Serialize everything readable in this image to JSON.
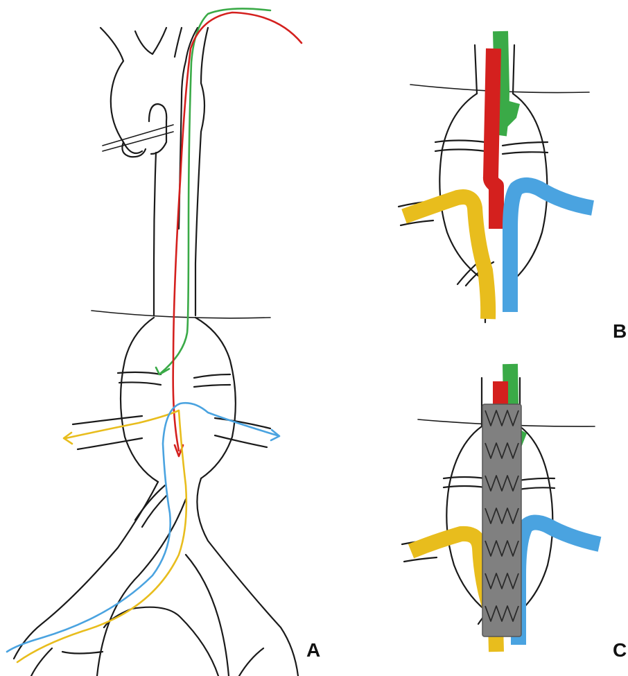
{
  "panels": {
    "a": {
      "label": "A"
    },
    "b": {
      "label": "B"
    },
    "c": {
      "label": "C"
    }
  },
  "colors": {
    "outline": "#1a1a1a",
    "green": "#3aaa47",
    "red": "#d4201e",
    "yellow": "#e8bd1d",
    "blue": "#4aa3e0",
    "stent_graft": "#808080",
    "stent_wire": "#2a2a2a"
  }
}
